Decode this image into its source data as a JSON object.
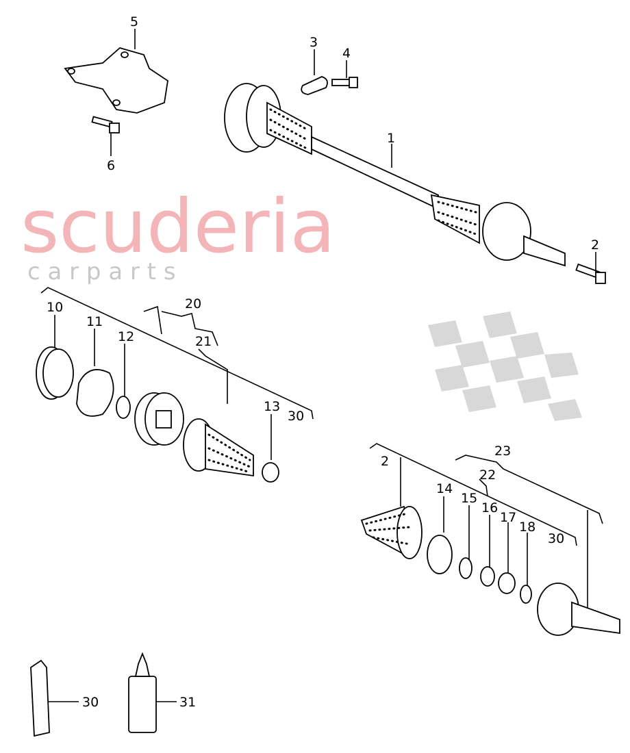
{
  "watermark": {
    "brand": "scuderia",
    "sub": "c a r p a r t s",
    "brand_color": "#f2a3a8",
    "sub_color": "#d8d8d8"
  },
  "labels": {
    "l5": "5",
    "l3": "3",
    "l4": "4",
    "l6": "6",
    "l1": "1",
    "l2a": "2",
    "l10": "10",
    "l11": "11",
    "l12": "12",
    "l20": "20",
    "l21": "21",
    "l13": "13",
    "l30a": "30",
    "l2b": "2",
    "l23": "23",
    "l22": "22",
    "l14": "14",
    "l15": "15",
    "l16": "16",
    "l17": "17",
    "l18": "18",
    "l30b": "30",
    "l30c": "30",
    "l31": "31"
  }
}
